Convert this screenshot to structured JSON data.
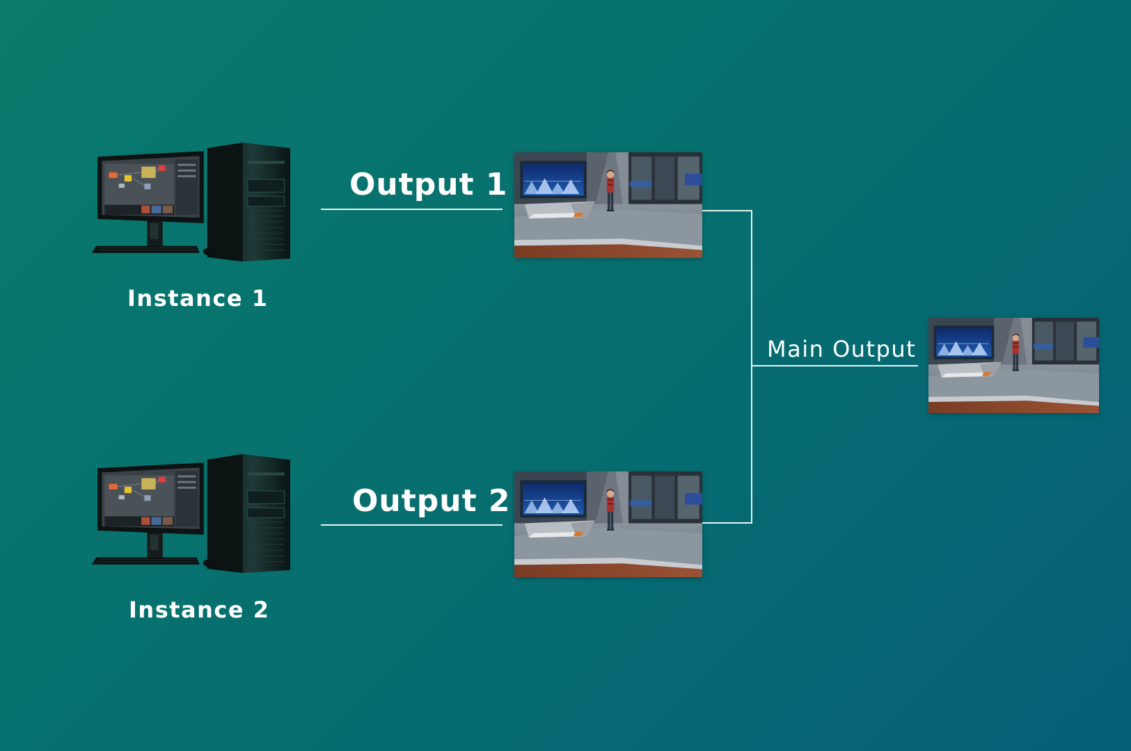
{
  "instances": [
    {
      "label": "Instance 1",
      "output_label": "Output 1",
      "icon": "workstation-computer-icon"
    },
    {
      "label": "Instance 2",
      "output_label": "Output 2",
      "icon": "workstation-computer-icon"
    }
  ],
  "main_output": {
    "label": "Main Output"
  },
  "thumbnail_icon": "virtual-studio-render-image",
  "colors": {
    "background_start": "#097a6c",
    "background_end": "#055f76",
    "connector": "#e8f4f2",
    "text": "#ffffff"
  }
}
